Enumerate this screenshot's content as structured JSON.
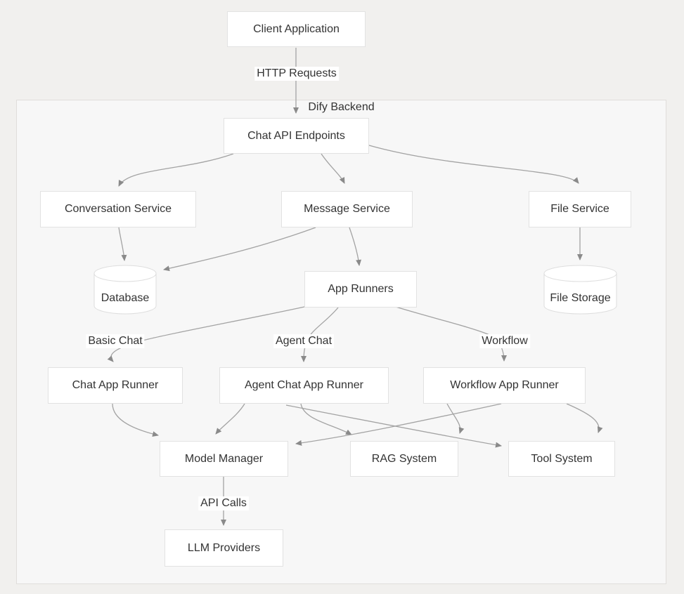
{
  "subgraph_title": "Dify Backend",
  "nodes": {
    "client": "Client Application",
    "api": "Chat API Endpoints",
    "conversation": "Conversation Service",
    "message": "Message Service",
    "file_service": "File Service",
    "database": "Database",
    "app_runners": "App Runners",
    "file_storage": "File Storage",
    "chat_runner": "Chat App Runner",
    "agent_runner": "Agent Chat App Runner",
    "workflow_runner": "Workflow App Runner",
    "model_manager": "Model Manager",
    "rag_system": "RAG System",
    "tool_system": "Tool System",
    "llm_providers": "LLM Providers"
  },
  "edge_labels": {
    "http_requests": "HTTP Requests",
    "basic_chat": "Basic Chat",
    "agent_chat": "Agent Chat",
    "workflow": "Workflow",
    "api_calls": "API Calls"
  },
  "edges": [
    {
      "from": "Client Application",
      "to": "Chat API Endpoints",
      "label": "HTTP Requests"
    },
    {
      "from": "Chat API Endpoints",
      "to": "Conversation Service",
      "label": ""
    },
    {
      "from": "Chat API Endpoints",
      "to": "Message Service",
      "label": ""
    },
    {
      "from": "Chat API Endpoints",
      "to": "File Service",
      "label": ""
    },
    {
      "from": "Conversation Service",
      "to": "Database",
      "label": ""
    },
    {
      "from": "Message Service",
      "to": "Database",
      "label": ""
    },
    {
      "from": "Message Service",
      "to": "App Runners",
      "label": ""
    },
    {
      "from": "File Service",
      "to": "File Storage",
      "label": ""
    },
    {
      "from": "App Runners",
      "to": "Chat App Runner",
      "label": "Basic Chat"
    },
    {
      "from": "App Runners",
      "to": "Agent Chat App Runner",
      "label": "Agent Chat"
    },
    {
      "from": "App Runners",
      "to": "Workflow App Runner",
      "label": "Workflow"
    },
    {
      "from": "Chat App Runner",
      "to": "Model Manager",
      "label": ""
    },
    {
      "from": "Agent Chat App Runner",
      "to": "Model Manager",
      "label": ""
    },
    {
      "from": "Agent Chat App Runner",
      "to": "RAG System",
      "label": ""
    },
    {
      "from": "Agent Chat App Runner",
      "to": "Tool System",
      "label": ""
    },
    {
      "from": "Workflow App Runner",
      "to": "Model Manager",
      "label": ""
    },
    {
      "from": "Workflow App Runner",
      "to": "RAG System",
      "label": ""
    },
    {
      "from": "Workflow App Runner",
      "to": "Tool System",
      "label": ""
    },
    {
      "from": "Model Manager",
      "to": "LLM Providers",
      "label": "API Calls"
    }
  ],
  "colors": {
    "page_bg": "#f1f0ee",
    "subgraph_bg": "#f7f7f7",
    "subgraph_border": "#e0dedb",
    "node_bg": "#ffffff",
    "node_border": "#e2e2e2",
    "cylinder_border": "#dedede",
    "edge_color": "#a3a3a3",
    "arrow_color": "#8a8a8a",
    "text_color": "#333333",
    "edge_label_bg": "#ffffff"
  }
}
